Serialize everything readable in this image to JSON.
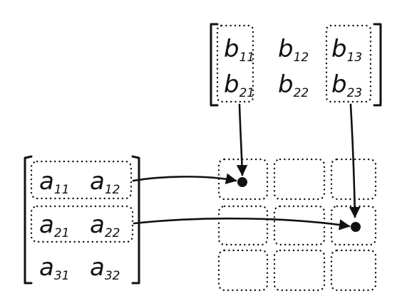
{
  "matrix_a": {
    "rows": [
      [
        {
          "base": "a",
          "sub": "11"
        },
        {
          "base": "a",
          "sub": "12"
        }
      ],
      [
        {
          "base": "a",
          "sub": "21"
        },
        {
          "base": "a",
          "sub": "22"
        }
      ],
      [
        {
          "base": "a",
          "sub": "31"
        },
        {
          "base": "a",
          "sub": "32"
        }
      ]
    ]
  },
  "matrix_b": {
    "rows": [
      [
        {
          "base": "b",
          "sub": "11"
        },
        {
          "base": "b",
          "sub": "12"
        },
        {
          "base": "b",
          "sub": "13"
        }
      ],
      [
        {
          "base": "b",
          "sub": "21"
        },
        {
          "base": "b",
          "sub": "22"
        },
        {
          "base": "b",
          "sub": "23"
        }
      ]
    ]
  },
  "result_grid": {
    "rows": 3,
    "cols": 3
  },
  "highlight": {
    "a_rows": [
      1,
      2
    ],
    "b_cols": [
      1,
      3
    ]
  },
  "connections": [
    {
      "from_a_row": 1,
      "from_b_col": 1,
      "to_cell": [
        1,
        1
      ]
    },
    {
      "from_a_row": 2,
      "from_b_col": 3,
      "to_cell": [
        2,
        3
      ]
    }
  ]
}
